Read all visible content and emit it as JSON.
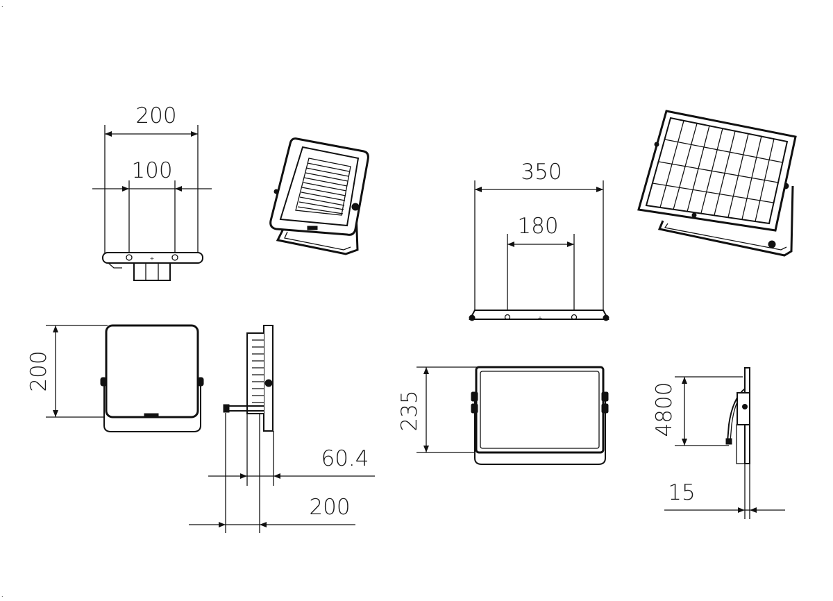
{
  "corner_marks": {
    "top": ".",
    "bottom": "."
  },
  "dimensions": {
    "small_front_width": "200",
    "small_front_hole_spacing": "100",
    "small_front_height": "200",
    "small_side_depth_bracket": "60.4",
    "small_side_depth_total": "200",
    "solar_width": "350",
    "solar_hole_spacing": "180",
    "solar_height": "235",
    "solar_cable_length": "4800",
    "solar_thickness": "15"
  }
}
